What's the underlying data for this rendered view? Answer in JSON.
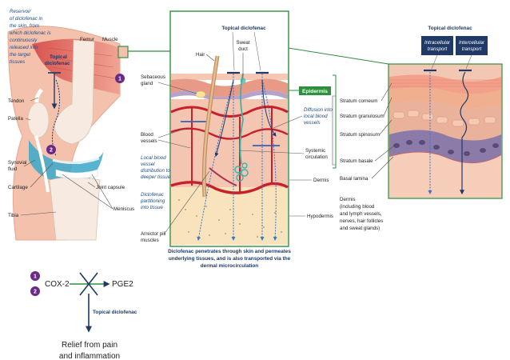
{
  "knee": {
    "reservoir_note": [
      "Reservoir",
      "of diclofenac in",
      "the skin, from",
      "which diclofenac is",
      "continuously",
      "released into",
      "the target",
      "tissues"
    ],
    "topical_label": [
      "Topical",
      "diclofenac"
    ],
    "labels": {
      "femur": "Femur",
      "muscle": "Muscle",
      "tendon": "Tendon",
      "patella": "Patella",
      "synovial": [
        "Synovial",
        "fluid"
      ],
      "cartilage": "Cartilage",
      "tibia": "Tibia",
      "joint_capsule": "Joint capsule",
      "meniscus": "Meniscus"
    },
    "markers": [
      "1",
      "2"
    ]
  },
  "skin": {
    "title": "Topical diclofenac",
    "hair": "Hair",
    "sweat_duct": [
      "Sweat",
      "duct"
    ],
    "sebaceous": [
      "Sebaceous",
      "gland"
    ],
    "blood_vessels": [
      "Blood",
      "vessels"
    ],
    "local_blood": [
      "Local blood",
      "vessel",
      "distribution to",
      "deeper tissue"
    ],
    "partitioning": [
      "Diclofenac",
      "partitioning",
      "into tissue"
    ],
    "arrector": [
      "Arrector pili",
      "muscles"
    ],
    "epidermis": "Epidermis",
    "diffusion": [
      "Diffusion into",
      "local blood",
      "vessels"
    ],
    "systemic": [
      "Systemic",
      "circulation"
    ],
    "dermis": "Dermis",
    "hypodermis": "Hypodermis",
    "caption": [
      "Diclofenac penetrates through skin and permeates",
      "underlying tissues, and is also transported via the",
      "dermal microcirculation"
    ]
  },
  "epidermis_detail": {
    "title": "Topical diclofenac",
    "intracellular": [
      "Intracellular",
      "transport"
    ],
    "intercellular": [
      "Intercellular",
      "transport"
    ],
    "layers": {
      "corneum": "Stratum corneum",
      "granulosum": "Stratum granulosum",
      "spinosum": "Stratum spinosum",
      "basale": "Stratum basale",
      "lamina": "Basal lamina"
    },
    "dermis_note": [
      "Dermis",
      "(including blood",
      "and lymph vessels,",
      "nerves, hair follicles",
      "and sweat glands)"
    ]
  },
  "mechanism": {
    "markers": [
      "1",
      "2"
    ],
    "cox": "COX-2",
    "pge": "PGE2",
    "topical": "Topical diclofenac",
    "relief": [
      "Relief from pain",
      "and inflammation"
    ]
  },
  "colors": {
    "green_frame": "#2f8f3e",
    "navy": "#1f3a66",
    "purple": "#6a2a86",
    "blood_red": "#c8202a",
    "skin_pink": "#f4b8a6"
  }
}
